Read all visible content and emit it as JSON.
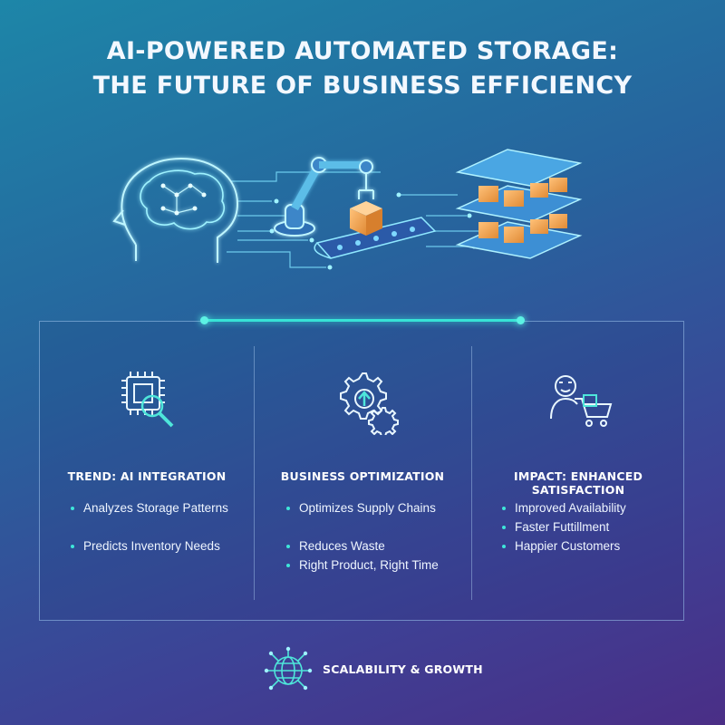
{
  "title": {
    "line1": "AI-POWERED AUTOMATED STORAGE:",
    "line2": "THE FUTURE OF BUSINESS EFFICIENCY"
  },
  "hero": {
    "icons": [
      "ai-brain-icon",
      "robotic-arm-icon",
      "conveyor-belt-icon",
      "storage-shelves-icon"
    ]
  },
  "columns": [
    {
      "icon": "chip-magnifier-icon",
      "heading": "TREND: AI INTEGRATION",
      "bullets": [
        "Analyzes Storage Patterns",
        "Predicts Inventory Needs"
      ]
    },
    {
      "icon": "gears-upload-icon",
      "heading": "BUSINESS OPTIMIZATION",
      "bullets": [
        "Optimizes Supply Chains",
        "Reduces Waste",
        "Right Product, Right Time"
      ]
    },
    {
      "icon": "customer-cart-icon",
      "heading": "IMPACT: ENHANCED SATISFACTION",
      "bullets": [
        "Improved Availability",
        "Faster Futtillment",
        "Happier Customers"
      ]
    }
  ],
  "footer": {
    "icon": "network-globe-icon",
    "label": "SCALABILITY & GROWTH"
  },
  "colors": {
    "accent": "#37e3d6",
    "background_top": "#1d86a8",
    "background_bottom": "#4a2e86",
    "box": "#f0a34a"
  }
}
